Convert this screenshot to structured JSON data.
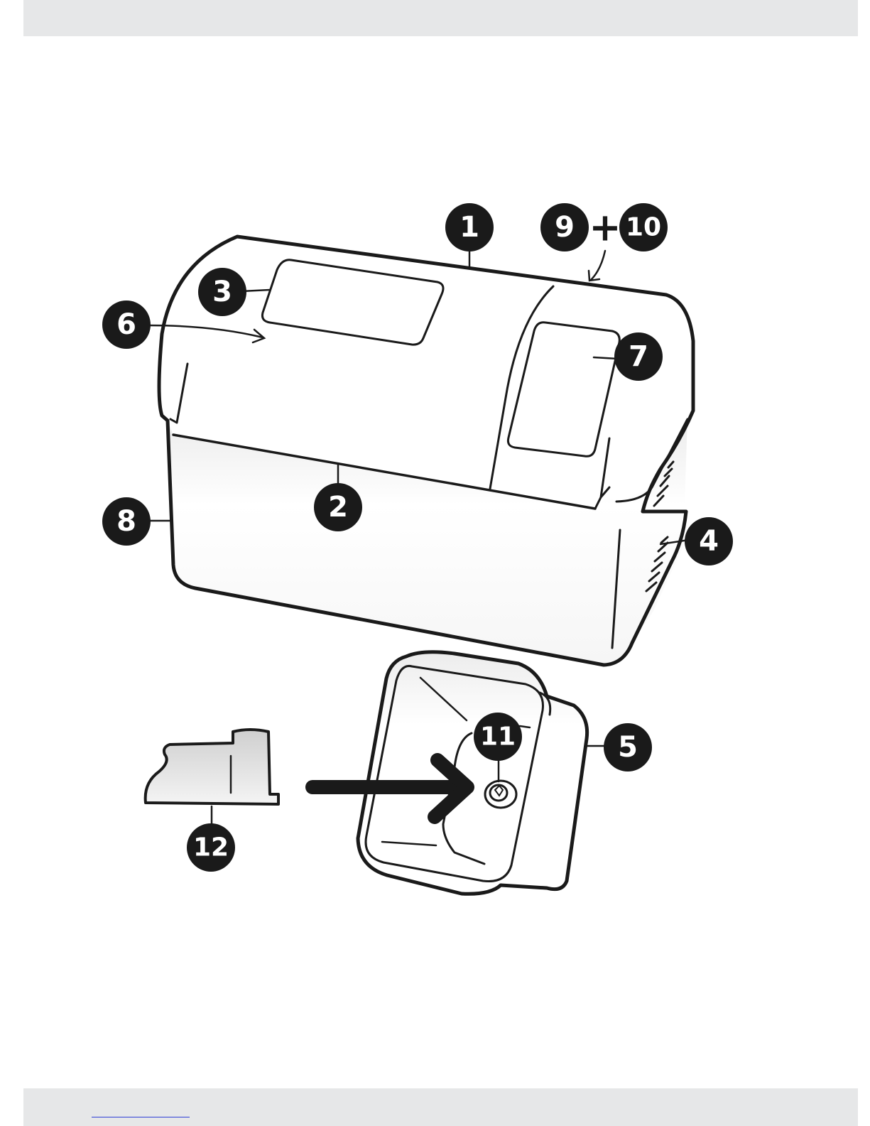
{
  "callouts": {
    "c1": "1",
    "c2": "2",
    "c3": "3",
    "c4": "4",
    "c5": "5",
    "c6": "6",
    "c7": "7",
    "c8": "8",
    "c9": "9",
    "c10": "10",
    "c11": "11",
    "c12": "12",
    "plus": "+"
  },
  "colors": {
    "outline": "#1a1a1a",
    "callout_fill": "#1a1a1a",
    "band": "#e6e7e8",
    "rule": "#2f3fd6"
  }
}
